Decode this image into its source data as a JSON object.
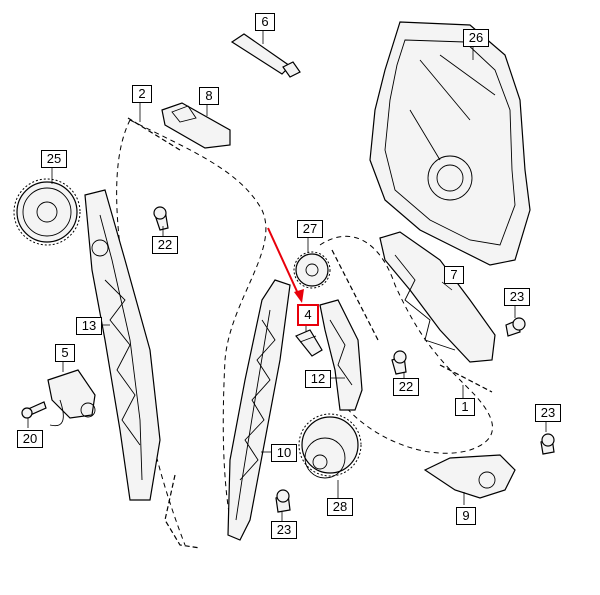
{
  "labels": {
    "p1": "1",
    "p2": "2",
    "p4": "4",
    "p5": "5",
    "p6": "6",
    "p7": "7",
    "p8": "8",
    "p9": "9",
    "p10": "10",
    "p12": "12",
    "p13": "13",
    "p20": "20",
    "p22a": "22",
    "p22b": "22",
    "p23a": "23",
    "p23b": "23",
    "p23c": "23",
    "p25": "25",
    "p26": "26",
    "p27": "27",
    "p28": "28"
  },
  "colors": {
    "highlight": "#e8000b",
    "line": "#000000",
    "background": "#ffffff"
  },
  "highlighted_part": "4"
}
